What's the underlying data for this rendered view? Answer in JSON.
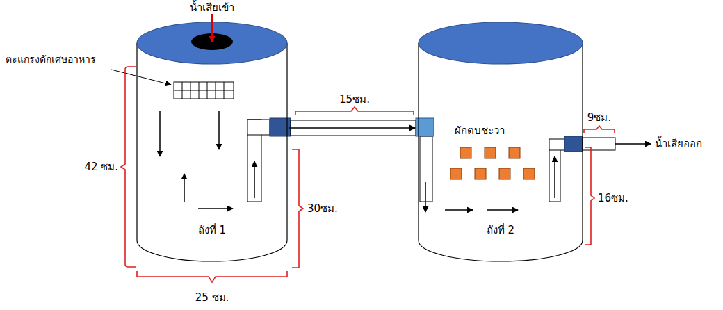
{
  "diagram": {
    "nodes": [
      {
        "text": [
          "ถังที่ 1"
        ]
      },
      {
        "text": [
          "ถังที่ 2"
        ]
      }
    ],
    "edges": [
      {
        "from": 0,
        "to": 1,
        "arrow": "to"
      }
    ],
    "labels": [
      "น้ำเสียเข้า",
      "ตะแกรงดักเศษอาหาร",
      "42 ซม.",
      "15ซม.",
      "ผักตบชะวา",
      "9ซม.",
      "น้ำเสียออก",
      "30ซม.",
      "16ซม.",
      "25 ซม."
    ]
  }
}
